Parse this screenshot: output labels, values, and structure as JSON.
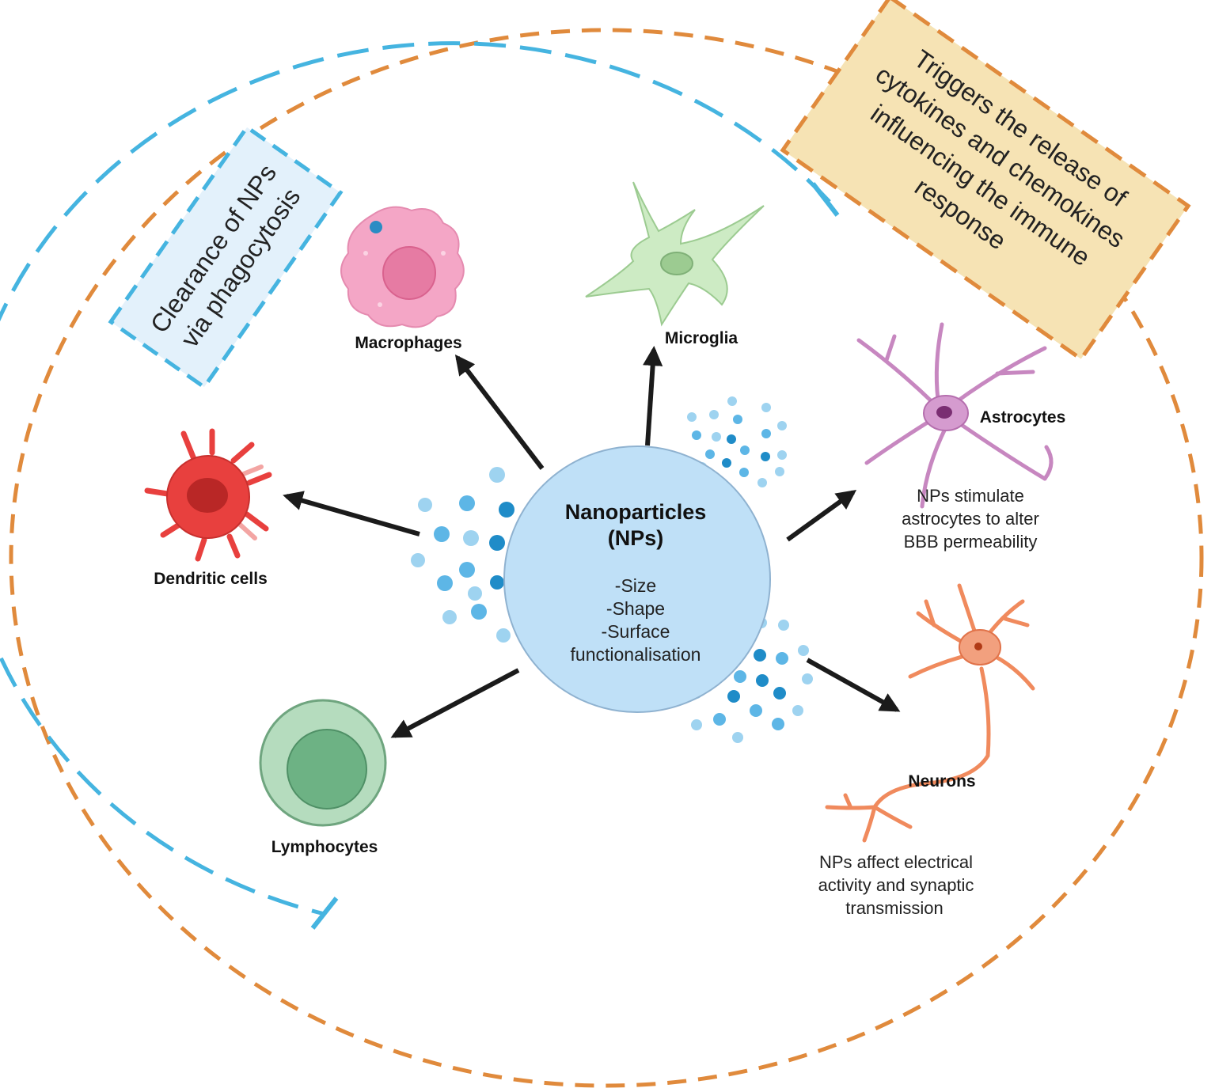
{
  "center": {
    "title_line1": "Nanoparticles",
    "title_line2": "(NPs)",
    "props": [
      "-Size",
      "-Shape",
      "-Surface",
      "functionalisation"
    ]
  },
  "cells": {
    "macrophages": "Macrophages",
    "microglia": "Microglia",
    "astrocytes": "Astrocytes",
    "dendritic": "Dendritic cells",
    "lymphocytes": "Lymphocytes",
    "neurons": "Neurons"
  },
  "notes": {
    "astrocytes": [
      "NPs stimulate",
      "astrocytes to alter",
      "BBB permeability"
    ],
    "neurons": [
      "NPs affect electrical",
      "activity and synaptic",
      "transmission"
    ]
  },
  "boxes": {
    "clearance": [
      "Clearance of NPs",
      "via phagocytosis"
    ],
    "triggers": [
      "Triggers the release of",
      "cytokines and chemokines",
      "influencing the immune",
      "response"
    ]
  },
  "colors": {
    "outer_dash": "#E08A3C",
    "inner_dash": "#45B4E0",
    "np_circle": "#BFE0F7",
    "clearance_box_fill": "#E3F1FB",
    "triggers_box_fill": "#F6E3B4",
    "macrophage": "#F4A6C6",
    "microglia": "#CDEBC4",
    "astrocyte": "#C787C0",
    "dendritic": "#E8403E",
    "lymphocyte": "#7DBE93",
    "neuron": "#F08A5D"
  }
}
